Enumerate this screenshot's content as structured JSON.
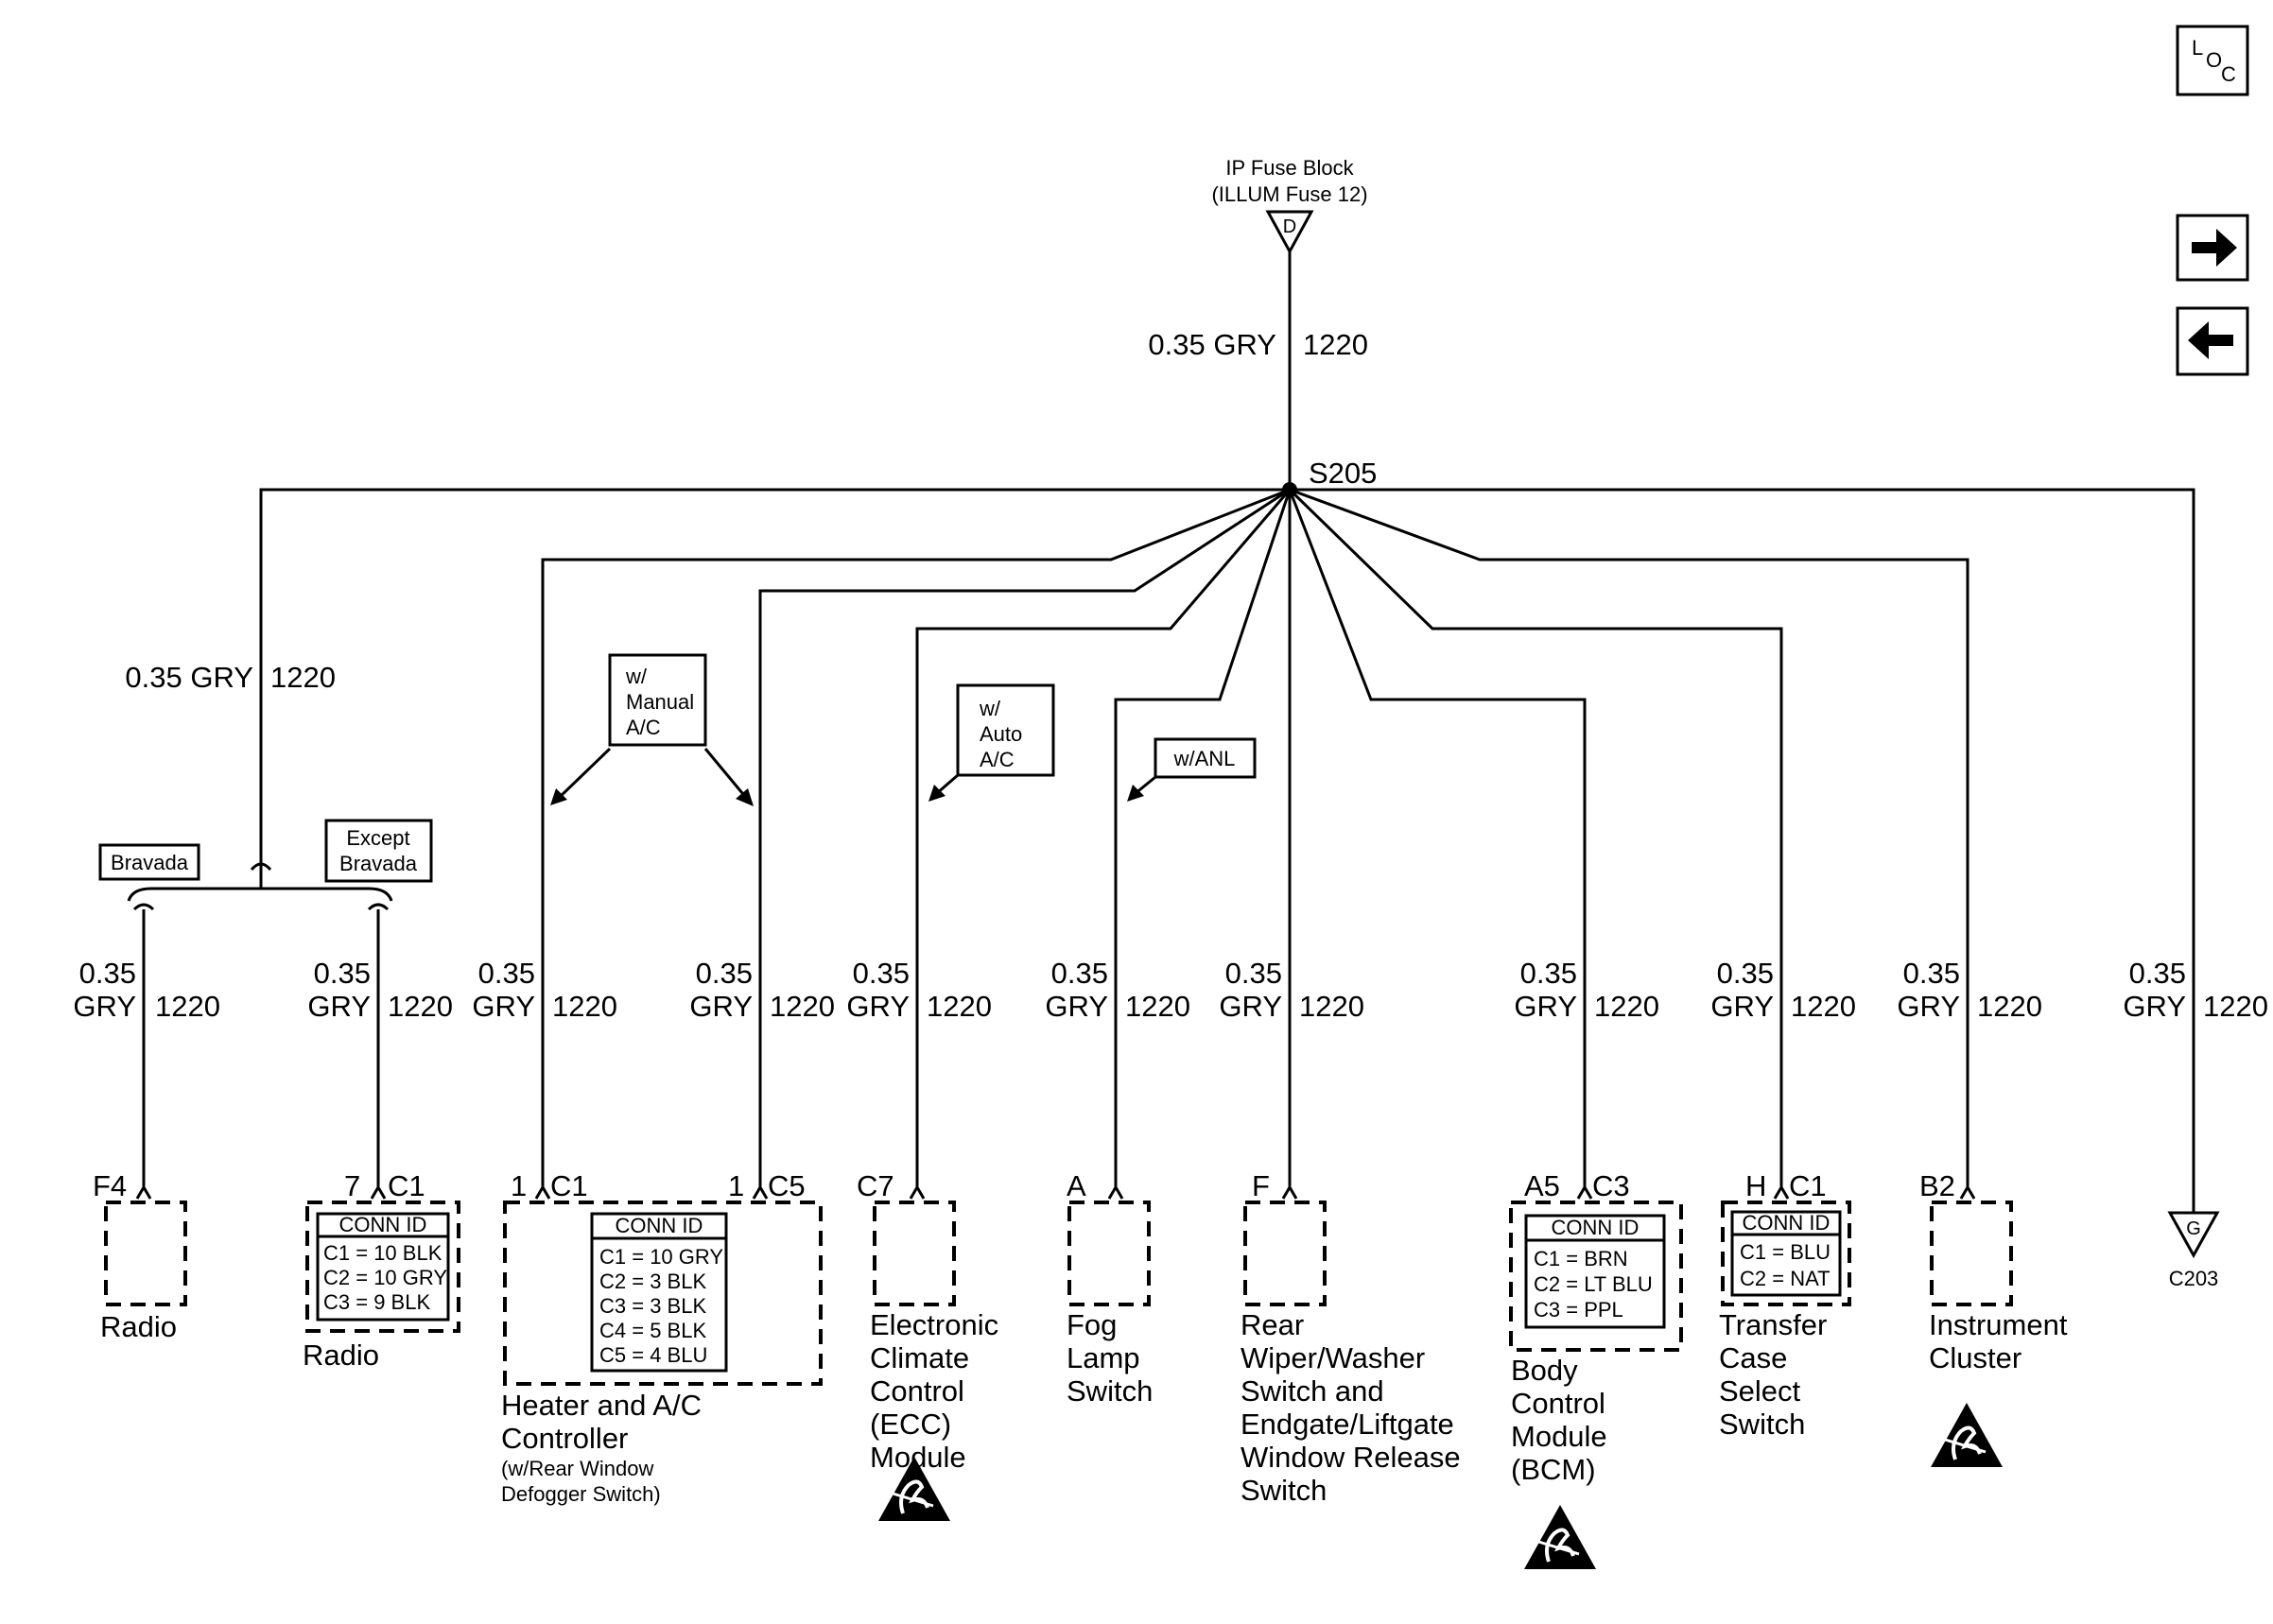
{
  "nav": {
    "loc_icon": "loc-icon",
    "forward_icon": "arrow-right-icon",
    "back_icon": "arrow-left-icon"
  },
  "source": {
    "name": "IP Fuse Block",
    "fuse": "(ILLUM Fuse 12)",
    "terminal": "D"
  },
  "wire": {
    "size": "0.35",
    "color": "GRY",
    "circuit": "1220",
    "full": "0.35 GRY"
  },
  "splice": "S205",
  "options": {
    "bravada": "Bravada",
    "except_l1": "Except",
    "except_l2": "Bravada",
    "manual_l1": "w/",
    "manual_l2": "Manual",
    "manual_l3": "A/C",
    "auto_l1": "w/",
    "auto_l2": "Auto",
    "auto_l3": "A/C",
    "anl": "w/ANL"
  },
  "pins": {
    "radio_f4": "F4",
    "radio_c1": "7",
    "heater_c1": "1",
    "heater_c5": "1",
    "ecc": "C7",
    "fog": "A",
    "rear": "F",
    "bcm": "A5",
    "tcase": "H",
    "cluster": "B2"
  },
  "connectors": {
    "c1": "C1",
    "c5": "C5",
    "c3": "C3"
  },
  "conn_id_title": "CONN ID",
  "radio_conn": [
    "C1 = 10 BLK",
    "C2 = 10 GRY",
    "C3 = 9 BLK"
  ],
  "heater_conn": [
    "C1 = 10 GRY",
    "C2 = 3 BLK",
    "C3 = 3 BLK",
    "C4 = 5 BLK",
    "C5 = 4 BLU"
  ],
  "bcm_conn": [
    "C1 = BRN",
    "C2 = LT BLU",
    "C3 = PPL"
  ],
  "tcase_conn": [
    "C1 = BLU",
    "C2 = NAT"
  ],
  "components": {
    "radio1": "Radio",
    "radio2": "Radio",
    "heater": [
      "Heater and A/C",
      "Controller"
    ],
    "heater_sub": [
      "(w/Rear Window",
      "Defogger Switch)"
    ],
    "ecc": [
      "Electronic",
      "Climate",
      "Control",
      "(ECC)",
      "Module"
    ],
    "fog": [
      "Fog",
      "Lamp",
      "Switch"
    ],
    "rear": [
      "Rear",
      "Wiper/Washer",
      "Switch and",
      "Endgate/Liftgate",
      "Window Release",
      "Switch"
    ],
    "bcm": [
      "Body",
      "Control",
      "Module",
      "(BCM)"
    ],
    "tcase": [
      "Transfer",
      "Case",
      "Select",
      "Switch"
    ],
    "cluster": [
      "Instrument",
      "Cluster"
    ]
  },
  "ground": {
    "terminal": "G",
    "name": "C203"
  },
  "esd_icon": "esd-sensitive-icon"
}
